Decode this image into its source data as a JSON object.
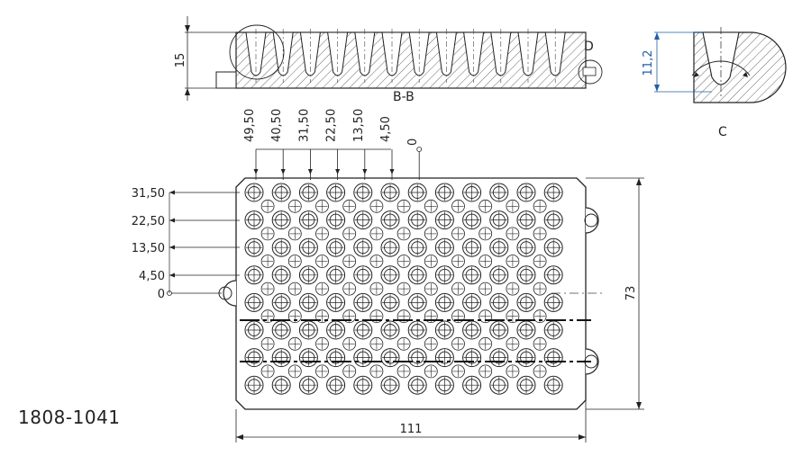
{
  "part_number": "1808-1041",
  "section": {
    "label": "B-B",
    "height_dim": "15",
    "detail_label": "D"
  },
  "detail": {
    "label": "C",
    "depth_dim": "11,2"
  },
  "plan": {
    "width_dim": "111",
    "height_dim": "73",
    "x_dims": [
      "49,50",
      "40,50",
      "31,50",
      "22,50",
      "13,50",
      "4,50",
      "0"
    ],
    "y_dims": [
      "31,50",
      "22,50",
      "13,50",
      "4,50",
      "0"
    ],
    "well_columns": 12,
    "well_rows": 8
  },
  "colors": {
    "line": "#222222",
    "dimension_blue": "#1f5fa8"
  }
}
